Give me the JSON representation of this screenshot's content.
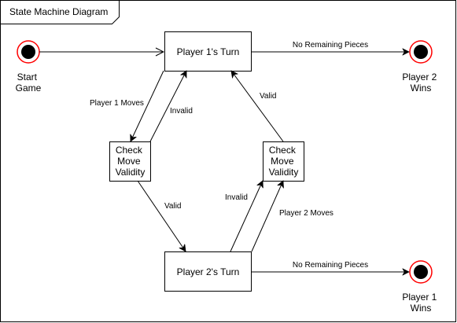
{
  "frame": {
    "title": "State Machine Diagram"
  },
  "states": {
    "player1_turn": "Player 1's Turn",
    "player2_turn": "Player 2's Turn",
    "check_left": [
      "Check",
      "Move",
      "Validity"
    ],
    "check_right": [
      "Check",
      "Move",
      "Validity"
    ]
  },
  "terminals": {
    "start": [
      "Start",
      "Game"
    ],
    "p2_wins": [
      "Player 2",
      "Wins"
    ],
    "p1_wins": [
      "Player 1",
      "Wins"
    ]
  },
  "edges": {
    "p1_no_pieces": "No Remaining Pieces",
    "p2_no_pieces": "No Remaining Pieces",
    "player1_moves": "Player 1 Moves",
    "invalid_left": "Invalid",
    "valid_left": "Valid",
    "valid_right": "Valid",
    "invalid_right": "Invalid",
    "player2_moves": "Player 2 Moves"
  },
  "colors": {
    "terminal_ring": "#ff0000",
    "terminal_fill": "#000000",
    "line": "#000000"
  }
}
